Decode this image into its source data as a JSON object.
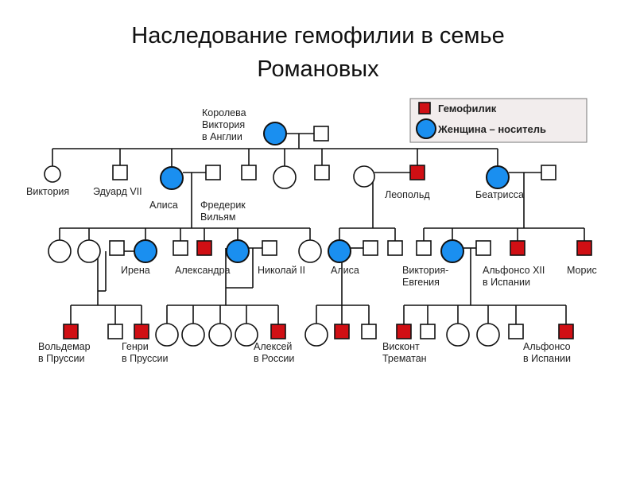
{
  "title": {
    "line1": "Наследование гемофилии в семье",
    "line2": "Романовых"
  },
  "colors": {
    "hemophiliac": "#d00f14",
    "carrier": "#1a8ff0",
    "line": "#111111",
    "legend_bg": "#f2eded"
  },
  "legend": {
    "items": [
      {
        "shape": "square",
        "status": "hemophiliac",
        "label": "Гемофилик"
      },
      {
        "shape": "circle",
        "status": "carrier",
        "label": "Женщина – носитель"
      }
    ]
  },
  "people": [
    {
      "id": "victoria_q",
      "sex": "F",
      "status": "carrier",
      "label": [
        "Королева",
        "Виктория",
        "в Англии"
      ]
    },
    {
      "id": "albert",
      "sex": "M",
      "status": "normal",
      "label": []
    },
    {
      "id": "victoria",
      "sex": "F",
      "status": "normal",
      "label": [
        "Виктория"
      ]
    },
    {
      "id": "edward7",
      "sex": "M",
      "status": "normal",
      "label": [
        "Эдуард VII"
      ]
    },
    {
      "id": "alice1",
      "sex": "F",
      "status": "carrier",
      "label": [
        "Алиса"
      ]
    },
    {
      "id": "frederick",
      "sex": "M",
      "status": "normal",
      "label": [
        "Фредерик",
        "Вильям"
      ]
    },
    {
      "id": "g1_m3",
      "sex": "M",
      "status": "normal",
      "label": []
    },
    {
      "id": "g1_f3",
      "sex": "F",
      "status": "normal",
      "label": []
    },
    {
      "id": "g1_m4",
      "sex": "M",
      "status": "normal",
      "label": []
    },
    {
      "id": "leopold_wife",
      "sex": "F",
      "status": "normal",
      "label": []
    },
    {
      "id": "leopold",
      "sex": "M",
      "status": "hemophiliac",
      "label": [
        "Леопольд"
      ]
    },
    {
      "id": "beatrice",
      "sex": "F",
      "status": "carrier",
      "label": [
        "Беатрисса"
      ]
    },
    {
      "id": "beatrice_h",
      "sex": "M",
      "status": "normal",
      "label": []
    },
    {
      "id": "g2_f1",
      "sex": "F",
      "status": "normal",
      "label": []
    },
    {
      "id": "g2_f2",
      "sex": "F",
      "status": "normal",
      "label": []
    },
    {
      "id": "irene_h",
      "sex": "M",
      "status": "normal",
      "label": []
    },
    {
      "id": "irene",
      "sex": "F",
      "status": "carrier",
      "label": [
        "Ирена"
      ]
    },
    {
      "id": "g2_m2",
      "sex": "M",
      "status": "normal",
      "label": []
    },
    {
      "id": "g2_m3",
      "sex": "M",
      "status": "hemophiliac",
      "label": []
    },
    {
      "id": "alexandra",
      "sex": "F",
      "status": "carrier",
      "label": [
        "Александра"
      ]
    },
    {
      "id": "nicholas2",
      "sex": "M",
      "status": "normal",
      "label": [
        "Николай II"
      ]
    },
    {
      "id": "g2_f5",
      "sex": "F",
      "status": "normal",
      "label": []
    },
    {
      "id": "alice2",
      "sex": "F",
      "status": "carrier",
      "label": [
        "Алиса"
      ]
    },
    {
      "id": "alice2_h",
      "sex": "M",
      "status": "normal",
      "label": []
    },
    {
      "id": "g2_m5",
      "sex": "M",
      "status": "normal",
      "label": []
    },
    {
      "id": "g2_m6",
      "sex": "M",
      "status": "normal",
      "label": []
    },
    {
      "id": "victoria_eugenie",
      "sex": "F",
      "status": "carrier",
      "label": [
        "Виктория-",
        "Евгения"
      ]
    },
    {
      "id": "alfonso12",
      "sex": "M",
      "status": "normal",
      "label": [
        "Альфонсо XII",
        "в Испании"
      ]
    },
    {
      "id": "g2_m7",
      "sex": "M",
      "status": "hemophiliac",
      "label": []
    },
    {
      "id": "maurice",
      "sex": "M",
      "status": "hemophiliac",
      "label": [
        "Морис"
      ]
    },
    {
      "id": "waldemar",
      "sex": "M",
      "status": "hemophiliac",
      "label": [
        "Вольдемар",
        "в Пруссии"
      ]
    },
    {
      "id": "g3_m1",
      "sex": "M",
      "status": "normal",
      "label": []
    },
    {
      "id": "henry",
      "sex": "M",
      "status": "hemophiliac",
      "label": [
        "Генри",
        "в Пруссии"
      ]
    },
    {
      "id": "g3_f1",
      "sex": "F",
      "status": "normal",
      "label": []
    },
    {
      "id": "g3_f2",
      "sex": "F",
      "status": "normal",
      "label": []
    },
    {
      "id": "g3_f3",
      "sex": "F",
      "status": "normal",
      "label": []
    },
    {
      "id": "g3_f4",
      "sex": "F",
      "status": "normal",
      "label": []
    },
    {
      "id": "alexei",
      "sex": "M",
      "status": "hemophiliac",
      "label": [
        "Алексей",
        "в России"
      ]
    },
    {
      "id": "g3_f5",
      "sex": "F",
      "status": "normal",
      "label": []
    },
    {
      "id": "g3_m2",
      "sex": "M",
      "status": "hemophiliac",
      "label": []
    },
    {
      "id": "g3_m3",
      "sex": "M",
      "status": "normal",
      "label": []
    },
    {
      "id": "viscount",
      "sex": "M",
      "status": "hemophiliac",
      "label": [
        "Висконт",
        "Трематан"
      ]
    },
    {
      "id": "g3_m4",
      "sex": "M",
      "status": "normal",
      "label": []
    },
    {
      "id": "g3_f6",
      "sex": "F",
      "status": "normal",
      "label": []
    },
    {
      "id": "g3_f7",
      "sex": "F",
      "status": "normal",
      "label": []
    },
    {
      "id": "g3_m5",
      "sex": "M",
      "status": "normal",
      "label": []
    },
    {
      "id": "alfonso",
      "sex": "M",
      "status": "hemophiliac",
      "label": [
        "Альфонсо",
        "в Испании"
      ]
    }
  ],
  "families": [
    {
      "parents": [
        "victoria_q",
        "albert"
      ],
      "children": [
        "victoria",
        "edward7",
        "alice1",
        "g1_m3",
        "g1_f3",
        "g1_m4",
        "leopold",
        "beatrice"
      ]
    },
    {
      "parents": [
        "alice1",
        "frederick"
      ],
      "children": [
        "g2_f1",
        "g2_f2",
        "irene",
        "g2_m2",
        "g2_m3",
        "alexandra",
        "g2_f5"
      ]
    },
    {
      "parents": [
        "leopold_wife",
        "leopold"
      ],
      "children": [
        "alice2",
        "g2_m5"
      ]
    },
    {
      "parents": [
        "beatrice",
        "beatrice_h"
      ],
      "children": [
        "g2_m6",
        "victoria_eugenie",
        "g2_m7",
        "maurice"
      ]
    },
    {
      "parents": [
        "irene_h",
        "irene"
      ],
      "children": [
        "waldemar",
        "g3_m1",
        "henry"
      ]
    },
    {
      "parents": [
        "alexandra",
        "nicholas2"
      ],
      "children": [
        "g3_f1",
        "g3_f2",
        "g3_f3",
        "g3_f4",
        "alexei"
      ]
    },
    {
      "parents": [
        "alice2",
        "alice2_h"
      ],
      "children": [
        "g3_f5",
        "g3_m2",
        "g3_m3"
      ]
    },
    {
      "parents": [
        "victoria_eugenie",
        "alfonso12"
      ],
      "children": [
        "viscount",
        "g3_m4",
        "g3_f6",
        "g3_f7",
        "g3_m5",
        "alfonso"
      ]
    }
  ]
}
